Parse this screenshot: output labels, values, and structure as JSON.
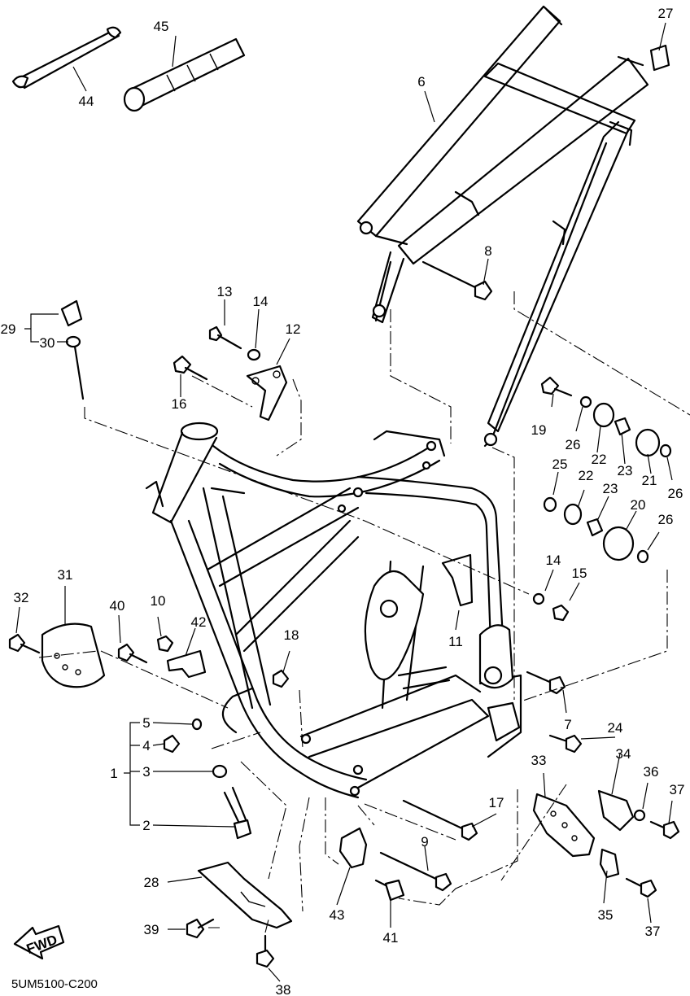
{
  "diagram_code": "5UM5100-C200",
  "fwd_label": "FWD",
  "callouts": [
    {
      "id": "c1",
      "text": "1"
    },
    {
      "id": "c2",
      "text": "2"
    },
    {
      "id": "c3",
      "text": "3"
    },
    {
      "id": "c4",
      "text": "4"
    },
    {
      "id": "c5",
      "text": "5"
    },
    {
      "id": "c6",
      "text": "6"
    },
    {
      "id": "c7",
      "text": "7"
    },
    {
      "id": "c8",
      "text": "8"
    },
    {
      "id": "c9",
      "text": "9"
    },
    {
      "id": "c10",
      "text": "10"
    },
    {
      "id": "c11",
      "text": "11"
    },
    {
      "id": "c12",
      "text": "12"
    },
    {
      "id": "c13",
      "text": "13"
    },
    {
      "id": "c14a",
      "text": "14"
    },
    {
      "id": "c14b",
      "text": "14"
    },
    {
      "id": "c15",
      "text": "15"
    },
    {
      "id": "c16",
      "text": "16"
    },
    {
      "id": "c17",
      "text": "17"
    },
    {
      "id": "c18",
      "text": "18"
    },
    {
      "id": "c19",
      "text": "19"
    },
    {
      "id": "c20",
      "text": "20"
    },
    {
      "id": "c21",
      "text": "21"
    },
    {
      "id": "c22a",
      "text": "22"
    },
    {
      "id": "c22b",
      "text": "22"
    },
    {
      "id": "c23a",
      "text": "23"
    },
    {
      "id": "c23b",
      "text": "23"
    },
    {
      "id": "c24",
      "text": "24"
    },
    {
      "id": "c25",
      "text": "25"
    },
    {
      "id": "c26a",
      "text": "26"
    },
    {
      "id": "c26b",
      "text": "26"
    },
    {
      "id": "c26c",
      "text": "26"
    },
    {
      "id": "c27",
      "text": "27"
    },
    {
      "id": "c28",
      "text": "28"
    },
    {
      "id": "c29",
      "text": "29"
    },
    {
      "id": "c30",
      "text": "30"
    },
    {
      "id": "c31",
      "text": "31"
    },
    {
      "id": "c32",
      "text": "32"
    },
    {
      "id": "c33",
      "text": "33"
    },
    {
      "id": "c34",
      "text": "34"
    },
    {
      "id": "c35",
      "text": "35"
    },
    {
      "id": "c36",
      "text": "36"
    },
    {
      "id": "c37a",
      "text": "37"
    },
    {
      "id": "c37b",
      "text": "37"
    },
    {
      "id": "c38",
      "text": "38"
    },
    {
      "id": "c39",
      "text": "39"
    },
    {
      "id": "c40",
      "text": "40"
    },
    {
      "id": "c41",
      "text": "41"
    },
    {
      "id": "c42",
      "text": "42"
    },
    {
      "id": "c43",
      "text": "43"
    },
    {
      "id": "c44",
      "text": "44"
    },
    {
      "id": "c45",
      "text": "45"
    }
  ]
}
